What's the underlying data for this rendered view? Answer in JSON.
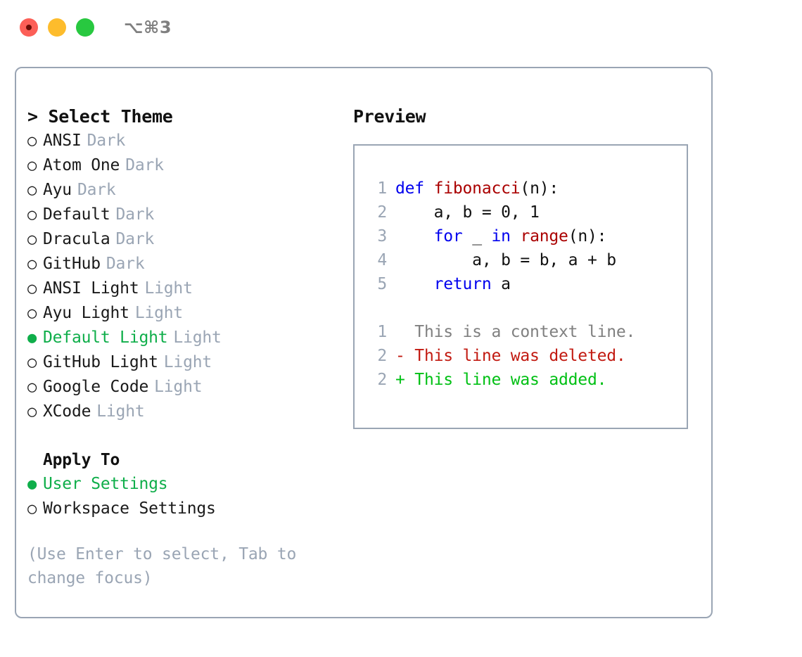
{
  "window": {
    "title": "⌥⌘3",
    "controls": [
      {
        "name": "close",
        "color": "#fc5f57"
      },
      {
        "name": "minimize",
        "color": "#fdbc2c"
      },
      {
        "name": "maximize",
        "color": "#28c840"
      }
    ]
  },
  "colors": {
    "accent_green": "#0fae4a",
    "muted": "#9aa5b4",
    "text": "#1a1a1a",
    "border": "#9aa5b4",
    "keyword": "#0000ee",
    "function": "#aa0000",
    "diff_add": "#00c014",
    "diff_del": "#c21a11",
    "diff_ctx": "#808080"
  },
  "theme_list": {
    "heading": "> Select Theme",
    "items": [
      {
        "marker": "○",
        "label": "ANSI",
        "tag": "Dark",
        "selected": false
      },
      {
        "marker": "○",
        "label": "Atom One",
        "tag": "Dark",
        "selected": false
      },
      {
        "marker": "○",
        "label": "Ayu",
        "tag": "Dark",
        "selected": false
      },
      {
        "marker": "○",
        "label": "Default",
        "tag": "Dark",
        "selected": false
      },
      {
        "marker": "○",
        "label": "Dracula",
        "tag": "Dark",
        "selected": false
      },
      {
        "marker": "○",
        "label": "GitHub",
        "tag": "Dark",
        "selected": false
      },
      {
        "marker": "○",
        "label": "ANSI Light",
        "tag": "Light",
        "selected": false
      },
      {
        "marker": "○",
        "label": "Ayu Light",
        "tag": "Light",
        "selected": false
      },
      {
        "marker": "●",
        "label": "Default Light",
        "tag": "Light",
        "selected": true
      },
      {
        "marker": "○",
        "label": "GitHub Light",
        "tag": "Light",
        "selected": false
      },
      {
        "marker": "○",
        "label": "Google Code",
        "tag": "Light",
        "selected": false
      },
      {
        "marker": "○",
        "label": "XCode",
        "tag": "Light",
        "selected": false
      }
    ]
  },
  "apply_to": {
    "heading": "Apply To",
    "items": [
      {
        "marker": "●",
        "label": "User Settings",
        "tag": "",
        "selected": true
      },
      {
        "marker": "○",
        "label": "Workspace Settings",
        "tag": "",
        "selected": false
      }
    ]
  },
  "hint": "(Use Enter to select, Tab to change focus)",
  "preview": {
    "heading": "Preview",
    "code_lines": [
      {
        "num": "1",
        "tokens": [
          {
            "t": "def ",
            "c": "kw"
          },
          {
            "t": "fibonacci",
            "c": "fn"
          },
          {
            "t": "(n):",
            "c": "plain"
          }
        ]
      },
      {
        "num": "2",
        "tokens": [
          {
            "t": "    a, b = 0, 1",
            "c": "plain"
          }
        ]
      },
      {
        "num": "3",
        "tokens": [
          {
            "t": "    ",
            "c": "plain"
          },
          {
            "t": "for",
            "c": "kw"
          },
          {
            "t": " _ ",
            "c": "plain"
          },
          {
            "t": "in",
            "c": "kw"
          },
          {
            "t": " ",
            "c": "plain"
          },
          {
            "t": "range",
            "c": "fn"
          },
          {
            "t": "(n):",
            "c": "plain"
          }
        ]
      },
      {
        "num": "4",
        "tokens": [
          {
            "t": "        a, b = b, a + b",
            "c": "plain"
          }
        ]
      },
      {
        "num": "5",
        "tokens": [
          {
            "t": "    ",
            "c": "plain"
          },
          {
            "t": "return",
            "c": "kw"
          },
          {
            "t": " a",
            "c": "plain"
          }
        ]
      }
    ],
    "diff_lines": [
      {
        "num": "1",
        "text": "  This is a context line.",
        "kind": "ctx"
      },
      {
        "num": "2",
        "text": "- This line was deleted.",
        "kind": "del"
      },
      {
        "num": "2",
        "text": "+ This line was added.",
        "kind": "add"
      }
    ]
  }
}
